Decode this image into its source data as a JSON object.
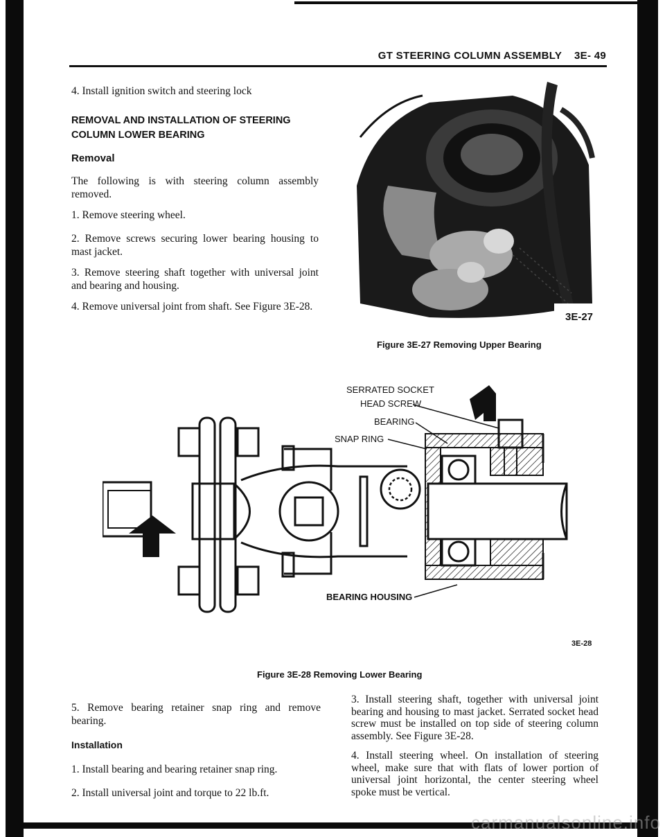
{
  "header": {
    "title": "GT STEERING COLUMN ASSEMBLY",
    "page_ref": "3E- 49"
  },
  "left_column": {
    "step_4": "4. Install ignition switch and steering lock",
    "section_heading_line1": "REMOVAL AND INSTALLATION OF STEERING",
    "section_heading_line2": "COLUMN LOWER BEARING",
    "removal_heading": "Removal",
    "removal_intro": "The following is with steering column assembly removed.",
    "removal_steps": [
      "1. Remove steering wheel.",
      "2. Remove screws securing lower bearing housing to mast jacket.",
      "3. Remove steering shaft together with universal joint and bearing and housing.",
      "4. Remove universal joint from shaft. See Figure 3E-28."
    ]
  },
  "figure_27": {
    "label": "3E-27",
    "caption": "Figure 3E-27 Removing Upper Bearing"
  },
  "figure_28": {
    "callouts": {
      "serrated_line1": "SERRATED SOCKET",
      "serrated_line2": "HEAD SCREW",
      "bearing": "BEARING",
      "snap_ring": "SNAP RING",
      "bearing_housing": "BEARING HOUSING"
    },
    "label": "3E-28",
    "caption": "Figure 3E-28 Removing Lower Bearing"
  },
  "bottom_left": {
    "step_5": "5. Remove bearing retainer snap ring and remove bearing.",
    "installation_heading": "Installation",
    "install_steps": [
      "1. Install bearing and bearing retainer snap ring.",
      "2. Install universal joint and torque to 22 lb.ft."
    ]
  },
  "bottom_right": {
    "install_steps": [
      "3. Install steering shaft, together with universal joint bearing and housing to mast jacket. Serrated socket head screw must be installed on top side of steering column assembly. See Figure 3E-28.",
      "4. Install steering wheel. On installation of steering wheel, make sure that with flats of lower portion of universal joint horizontal, the center steering wheel spoke must be vertical."
    ]
  },
  "watermark": "carmanualsonline.info"
}
